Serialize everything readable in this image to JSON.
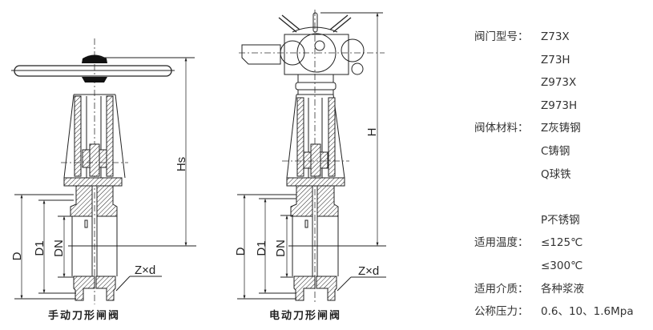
{
  "diagrams": {
    "manual": {
      "caption": "手动刀形闸阀",
      "dims": {
        "height": "Hs",
        "d": "D",
        "d1": "D1",
        "dn": "DN",
        "bolts": "Z×d"
      }
    },
    "electric": {
      "caption": "电动刀形闸阀",
      "dims": {
        "height": "H",
        "d": "D",
        "d1": "D1",
        "dn": "DN",
        "bolts": "Z×d"
      }
    }
  },
  "specs": [
    {
      "label": "阀门型号：",
      "value": "Z73X"
    },
    {
      "label": "",
      "value": "Z73H"
    },
    {
      "label": "",
      "value": "Z973X"
    },
    {
      "label": "",
      "value": "Z973H"
    },
    {
      "label": "阀体材料：",
      "value": "Z灰铸钢"
    },
    {
      "label": "",
      "value": "C铸钢"
    },
    {
      "label": "",
      "value": "Q球铁"
    },
    {
      "label": "",
      "value": ""
    },
    {
      "label": "",
      "value": "P不锈钢"
    },
    {
      "label": "适用温度：",
      "value": "≤125℃"
    },
    {
      "label": "",
      "value": "≤300℃"
    },
    {
      "label": "适用介质：",
      "value": "各种浆液"
    },
    {
      "label": "公称压力：",
      "value": "0.6、10、1.6Mpa"
    }
  ]
}
